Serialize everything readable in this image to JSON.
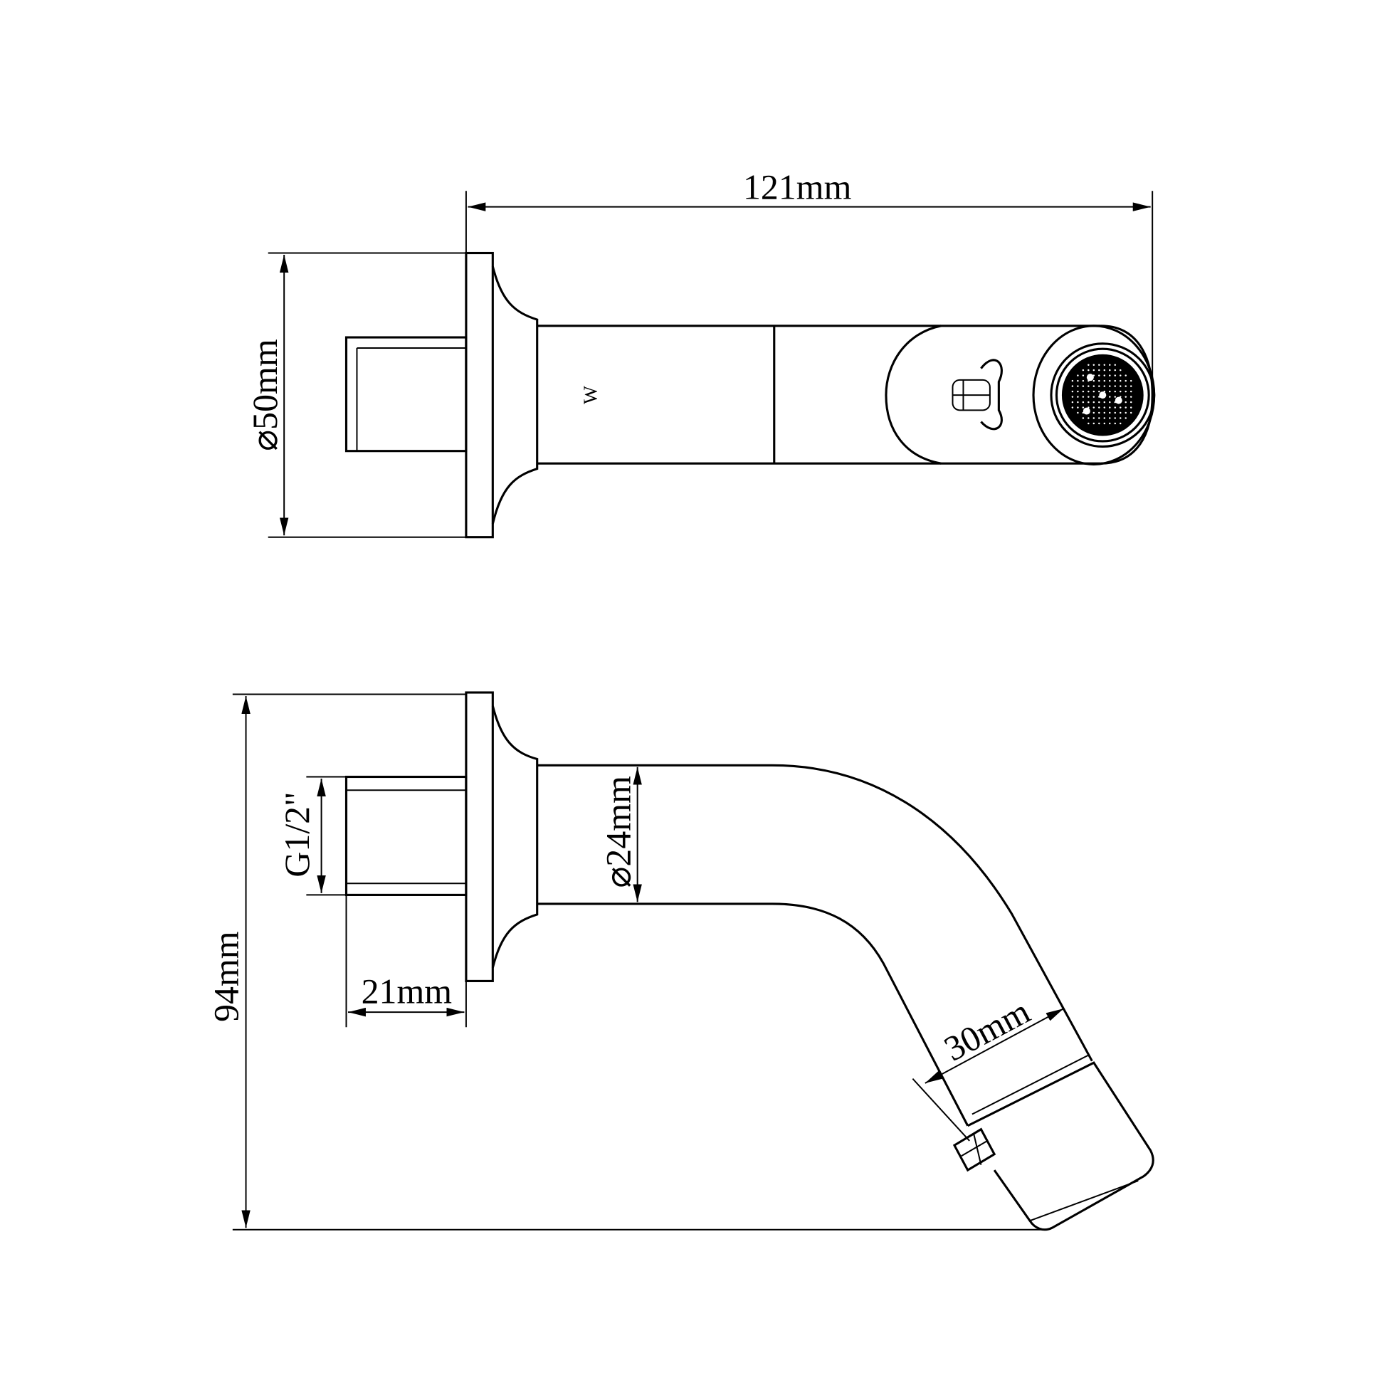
{
  "title": "Wall-mounted sensor spout dimension drawing",
  "views": {
    "top": {
      "length_label": "121mm",
      "flange_diameter_label": "⌀50mm",
      "brand_mark": "W"
    },
    "side": {
      "height_label": "94mm",
      "thread_label": "G1/2\"",
      "thread_length_label": "21mm",
      "pipe_diameter_label": "⌀24mm",
      "head_length_label": "30mm"
    }
  },
  "colors": {
    "line": "#000000",
    "background": "#ffffff"
  }
}
